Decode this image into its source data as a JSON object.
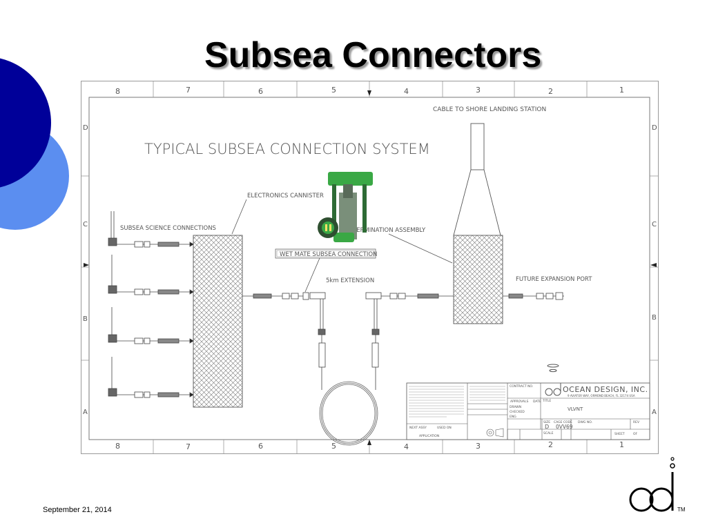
{
  "slide": {
    "title": "Subsea Connectors",
    "date": "September 21, 2014",
    "trademark": "TM"
  },
  "theme": {
    "dark_blue": "#000099",
    "light_blue": "#5b8ef0",
    "green": "#3aa845"
  },
  "drawing": {
    "heading": "TYPICAL  SUBSEA  CONNECTION  SYSTEM",
    "col_labels": [
      "8",
      "7",
      "6",
      "5",
      "4",
      "3",
      "2",
      "1"
    ],
    "row_labels": [
      "D",
      "C",
      "B",
      "A"
    ],
    "callouts": {
      "cable_to_shore": "CABLE TO SHORE LANDING STATION",
      "electronics_cannister": "ELECTRONICS CANNISTER",
      "subsea_science": "SUBSEA SCIENCE CONNECTIONS",
      "termination_assembly": "TERMINATION ASSEMBLY",
      "wet_mate": "WET MATE SUBSEA CONNECTION",
      "extension": "5km  EXTENSION",
      "future_port": "FUTURE EXPANSION PORT"
    },
    "title_block": {
      "company": "OCEAN  DESIGN,  INC.",
      "address": "9 AVIATOR WAY, ORMOND BEACH, FL  32174 USA",
      "title_value": "VLVNT",
      "size_value": "D",
      "cage_code_value": "0VV69",
      "labels": {
        "contract_no": "CONTRACT NO.",
        "approvals": "APPROVALS",
        "date": "DATE",
        "title": "TITLE",
        "drawn": "DRAWN",
        "checked": "CHECKED",
        "eng": "ENG",
        "size": "SIZE",
        "cage_code": "CAGE CODE",
        "dwg_no": "DWG  NO.",
        "rev": "REV",
        "scale": "SCALE",
        "sheet": "SHEET",
        "of": "OF",
        "next_assy": "NEXT ASSY",
        "used_on": "USED ON",
        "application": "APPLICATION"
      }
    }
  }
}
